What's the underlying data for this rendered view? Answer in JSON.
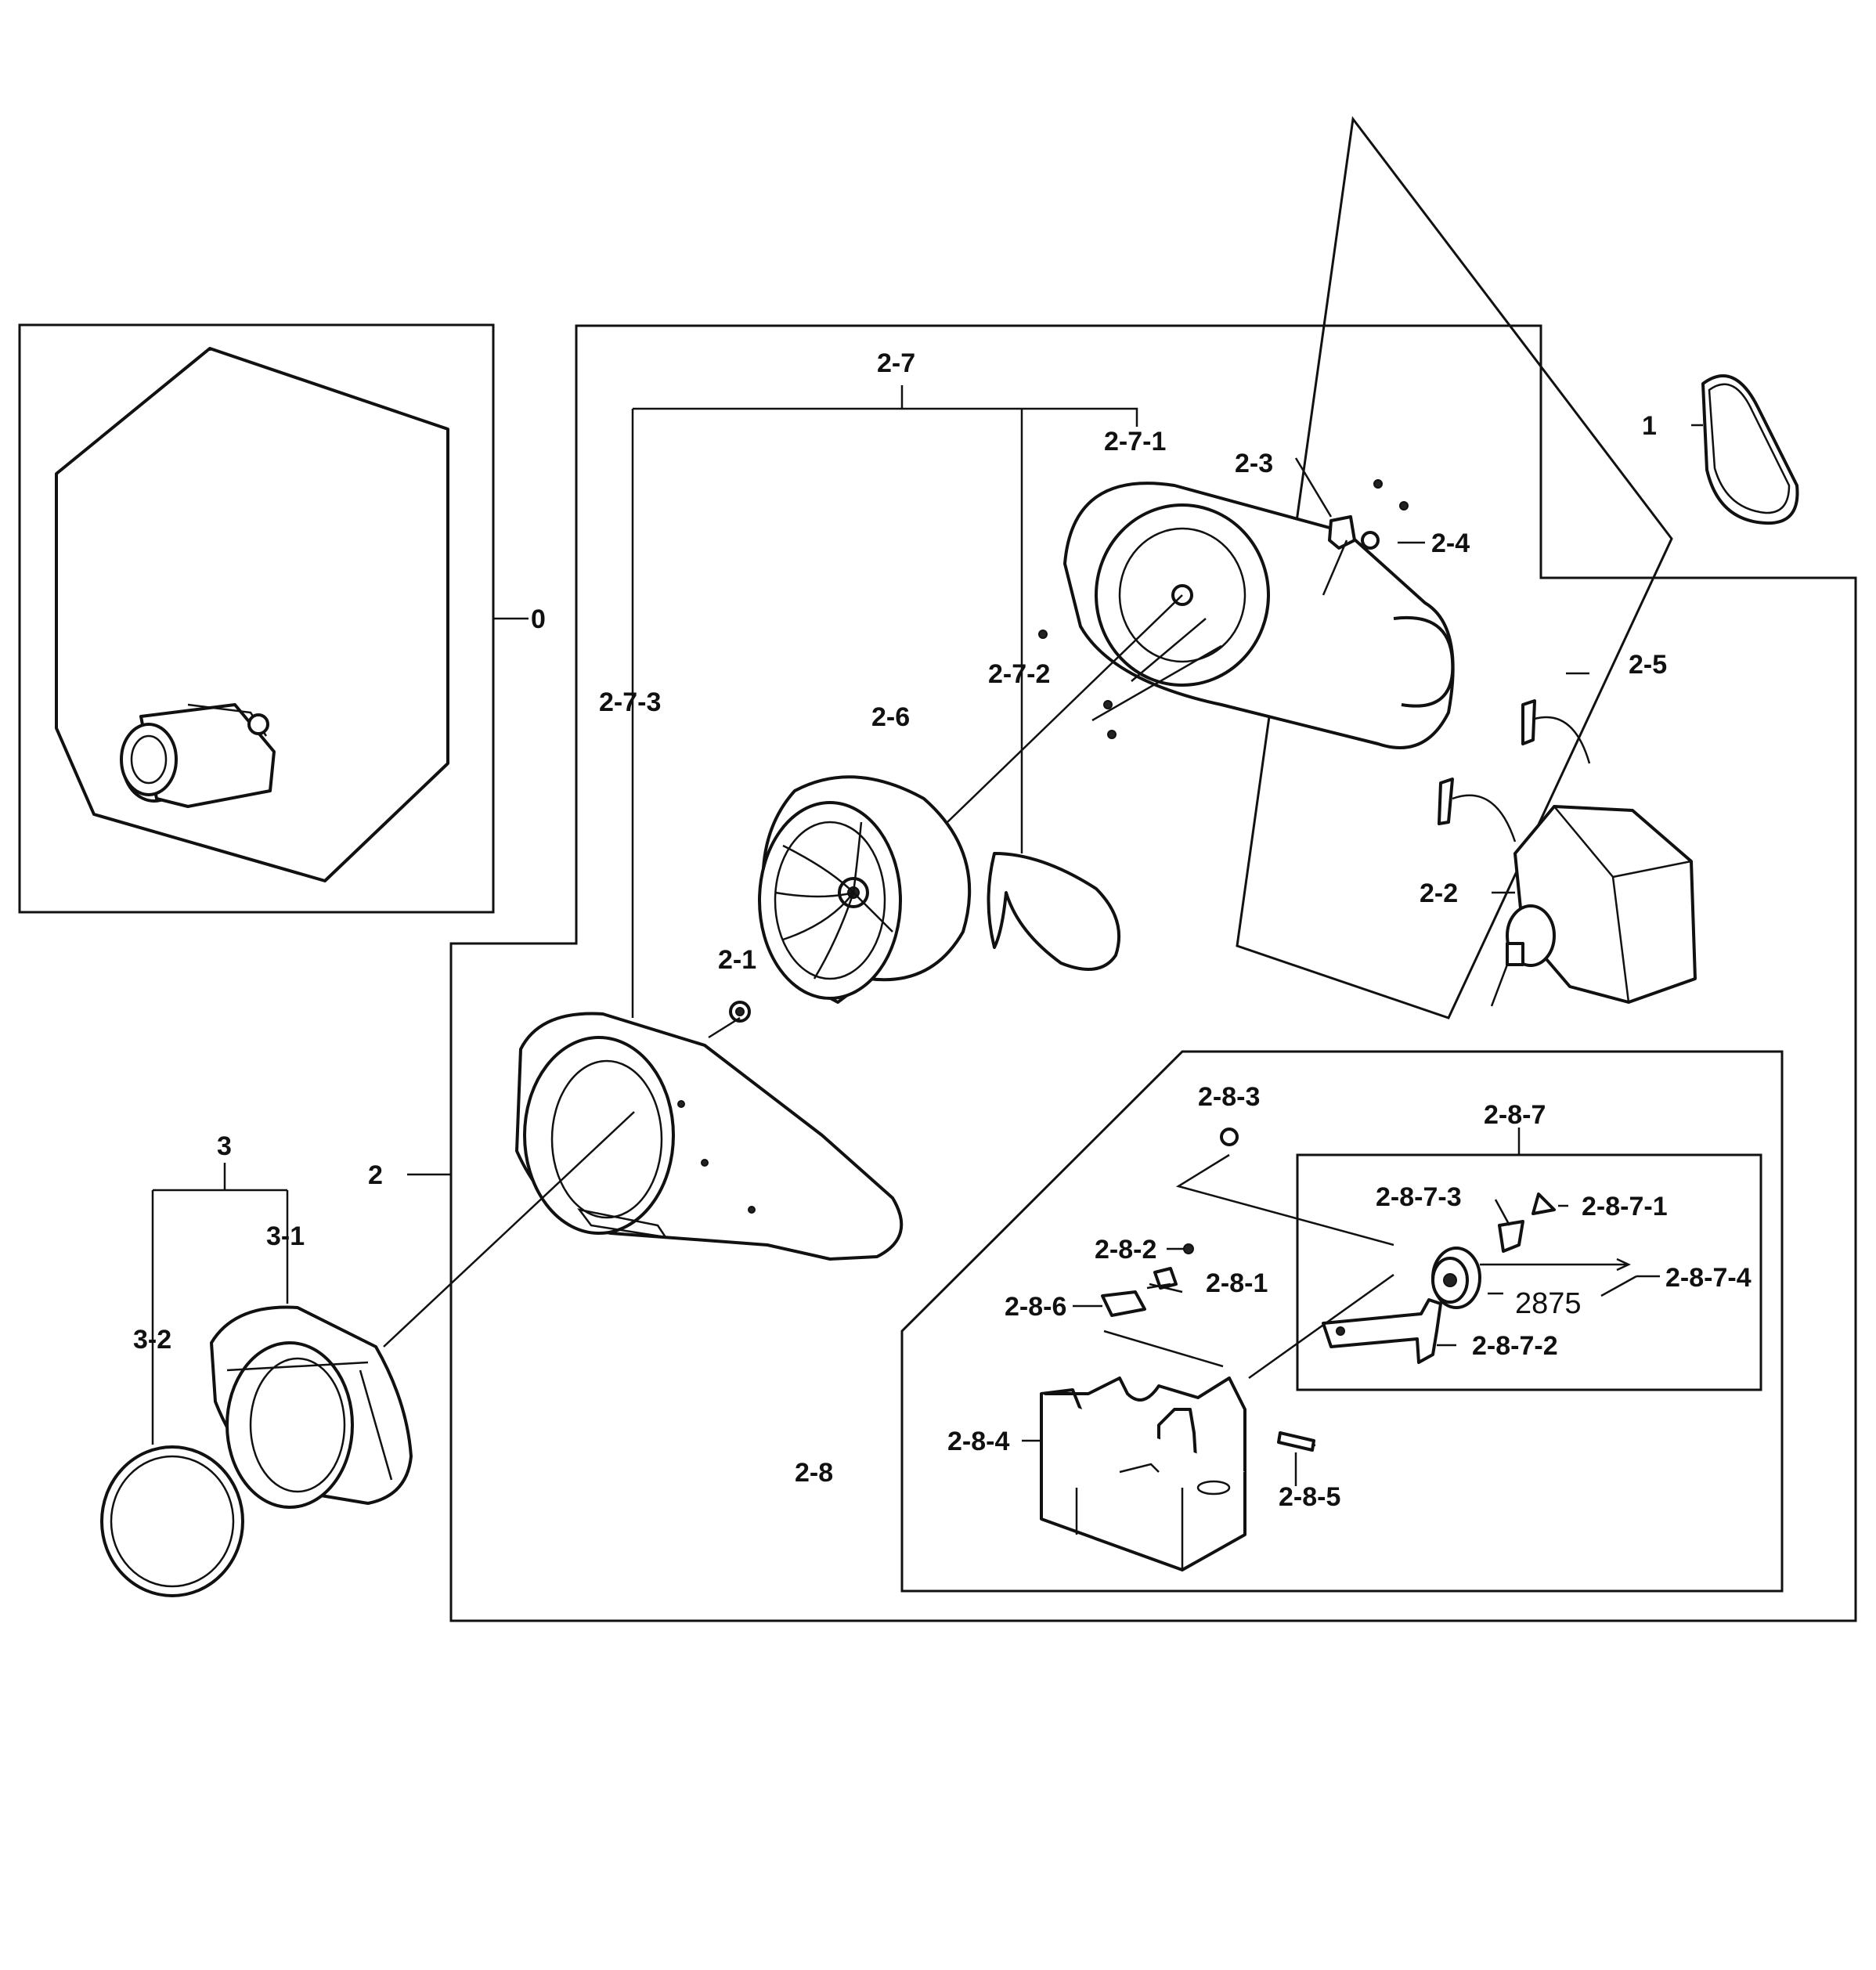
{
  "callouts": {
    "c0": "0",
    "c1": "1",
    "c2": "2",
    "c2_1": "2-1",
    "c2_2": "2-2",
    "c2_3": "2-3",
    "c2_4": "2-4",
    "c2_5": "2-5",
    "c2_6": "2-6",
    "c2_7": "2-7",
    "c2_7_1": "2-7-1",
    "c2_7_2": "2-7-2",
    "c2_7_3": "2-7-3",
    "c2_8": "2-8",
    "c2_8_1": "2-8-1",
    "c2_8_2": "2-8-2",
    "c2_8_3": "2-8-3",
    "c2_8_4": "2-8-4",
    "c2_8_5": "2-8-5",
    "c2_8_6": "2-8-6",
    "c2_8_7": "2-8-7",
    "c2_8_7_1": "2-8-7-1",
    "c2_8_7_2": "2-8-7-2",
    "c2_8_7_3": "2-8-7-3",
    "c2_8_7_4": "2-8-7-4",
    "c3": "3",
    "c3_1": "3-1",
    "c3_2": "3-2",
    "c2875": "2875"
  }
}
